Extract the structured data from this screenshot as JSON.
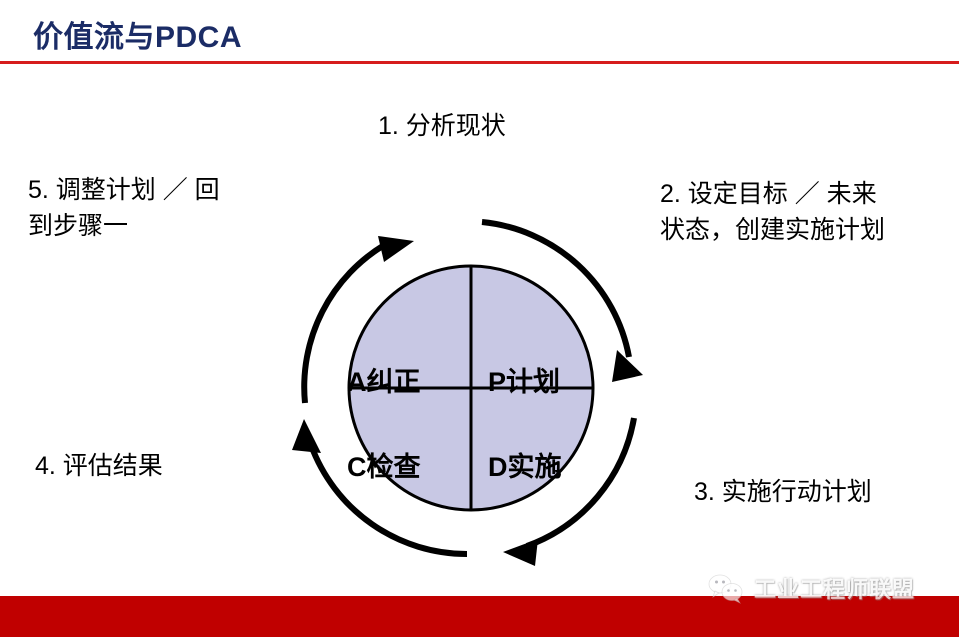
{
  "slide": {
    "title": "价值流与PDCA",
    "accent_red": "#d61c1c",
    "title_color": "#1b2c66",
    "background": "#ffffff"
  },
  "steps": [
    {
      "id": 1,
      "text": "1.  分析现状",
      "position": "top"
    },
    {
      "id": 2,
      "text": "2.  设定目标 ／ 未来\n状态，创建实施计划",
      "position": "top-right"
    },
    {
      "id": 3,
      "text": "3.  实施行动计划",
      "position": "bottom-right"
    },
    {
      "id": 4,
      "text": "4.  评估结果",
      "position": "bottom-left"
    },
    {
      "id": 5,
      "text": "5.  调整计划 ／ 回\n到步骤一",
      "position": "top-left"
    }
  ],
  "pdca": {
    "fill_color": "#c8c8e4",
    "stroke_color": "#000000",
    "quadrants": [
      {
        "key": "A",
        "label": "A纠正",
        "position": "top-left"
      },
      {
        "key": "P",
        "label": "P计划",
        "position": "top-right"
      },
      {
        "key": "C",
        "label": "C检查",
        "position": "bottom-left"
      },
      {
        "key": "D",
        "label": "D实施",
        "position": "bottom-right"
      }
    ],
    "arrows": [
      {
        "name": "arrow-top-left",
        "direction": "clockwise"
      },
      {
        "name": "arrow-top-right",
        "direction": "clockwise"
      },
      {
        "name": "arrow-bottom-right",
        "direction": "clockwise"
      },
      {
        "name": "arrow-bottom-left",
        "direction": "clockwise"
      }
    ]
  },
  "footer": {
    "bar_color": "#c00000",
    "watermark_text": "工业工程师联盟",
    "watermark_icon": "wechat-icon"
  }
}
